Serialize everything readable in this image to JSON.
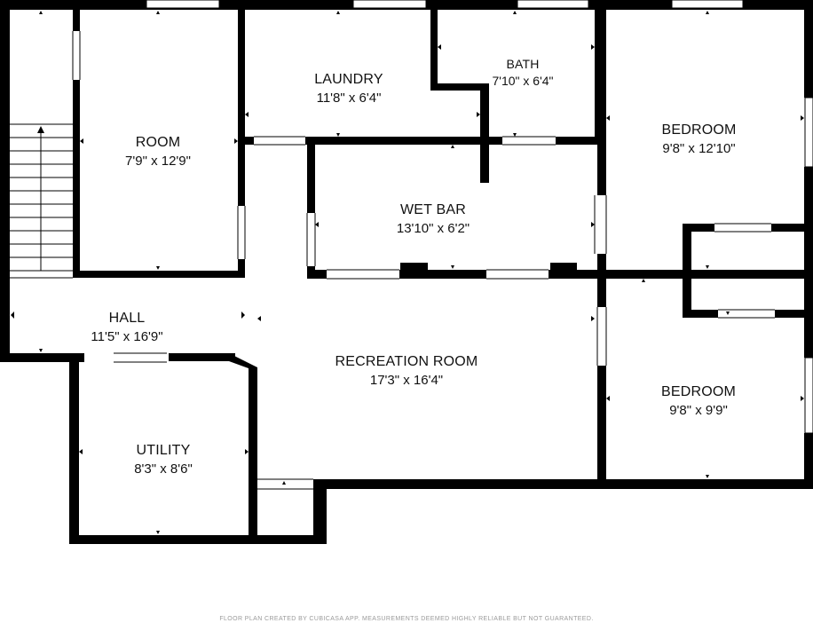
{
  "rooms": {
    "room": {
      "name": "ROOM",
      "dims": "7'9\" x 12'9\""
    },
    "laundry": {
      "name": "LAUNDRY",
      "dims": "11'8\" x 6'4\""
    },
    "bath": {
      "name": "BATH",
      "dims": "7'10\" x 6'4\""
    },
    "bedroom1": {
      "name": "BEDROOM",
      "dims": "9'8\" x 12'10\""
    },
    "wetbar": {
      "name": "WET BAR",
      "dims": "13'10\" x 6'2\""
    },
    "hall": {
      "name": "HALL",
      "dims": "11'5\" x 16'9\""
    },
    "recreation": {
      "name": "RECREATION ROOM",
      "dims": "17'3\" x 16'4\""
    },
    "bedroom2": {
      "name": "BEDROOM",
      "dims": "9'8\" x 9'9\""
    },
    "utility": {
      "name": "UTILITY",
      "dims": "8'3\" x 8'6\""
    }
  },
  "footer": "FLOOR PLAN CREATED BY CUBICASA APP. MEASUREMENTS DEEMED HIGHLY RELIABLE BUT NOT GUARANTEED.",
  "colors": {
    "wall": "#000000",
    "background": "#ffffff",
    "opening": "#ffffff",
    "footer_text": "#9a9a9a"
  }
}
